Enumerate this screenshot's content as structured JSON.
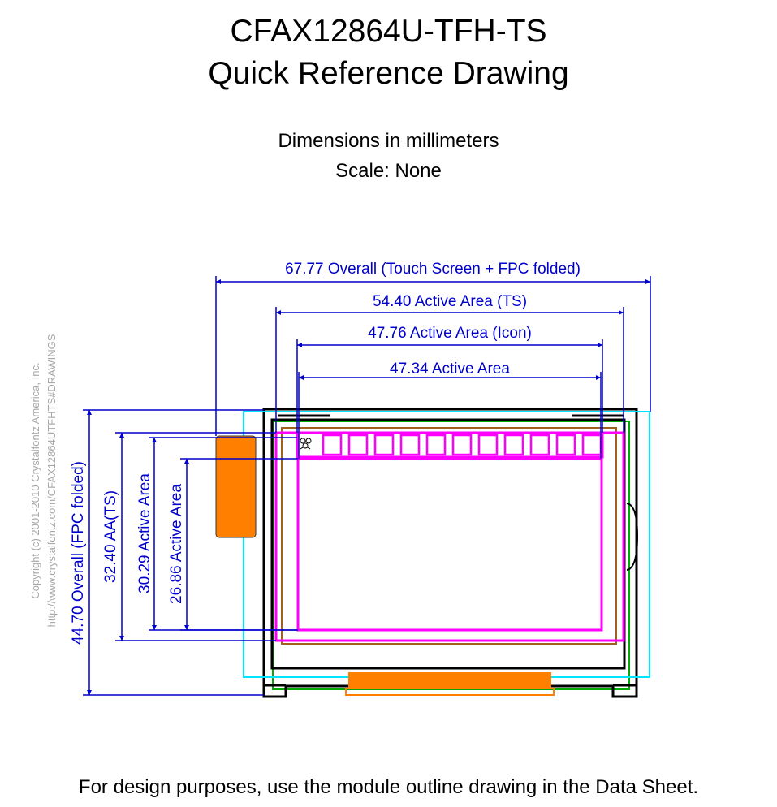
{
  "title": {
    "line1": "CFAX12864U-TFH-TS",
    "line2": "Quick Reference Drawing"
  },
  "subtitle": {
    "units": "Dimensions in millimeters",
    "scale": "Scale: None"
  },
  "dimensions": {
    "overall_width": "67.77 Overall (Touch Screen + FPC folded)",
    "active_area_ts": "54.40 Active Area (TS)",
    "active_area_icon": "47.76 Active Area (Icon)",
    "active_area": "47.34 Active Area",
    "overall_height": "44.70 Overall (FPC folded)",
    "aa_ts_height": "32.40 AA(TS)",
    "active_area_height_1": "30.29 Active Area",
    "active_area_height_2": "26.86 Active Area"
  },
  "copyright": {
    "line1": "Copyright (c) 2001-2010 Crystalfontz America, Inc.",
    "line2": "http://www.crystalfontz.com/CFAX12864UTFHTS#DRAWINGS"
  },
  "footer": "For design purposes, use the module outline drawing in the Data Sheet.",
  "colors": {
    "dimension": "#0000cc",
    "touch_screen": "#00e5ff",
    "active_area": "#ff00ff",
    "fpc": "#ff8000",
    "bezel": "#000000",
    "pcb": "#00aa00",
    "copyright": "#a8a8a8"
  },
  "icons": [
    "flower-icon",
    "icon-box",
    "icon-box",
    "icon-box",
    "icon-box",
    "icon-box",
    "icon-box",
    "icon-box",
    "icon-box",
    "icon-box",
    "icon-box"
  ]
}
